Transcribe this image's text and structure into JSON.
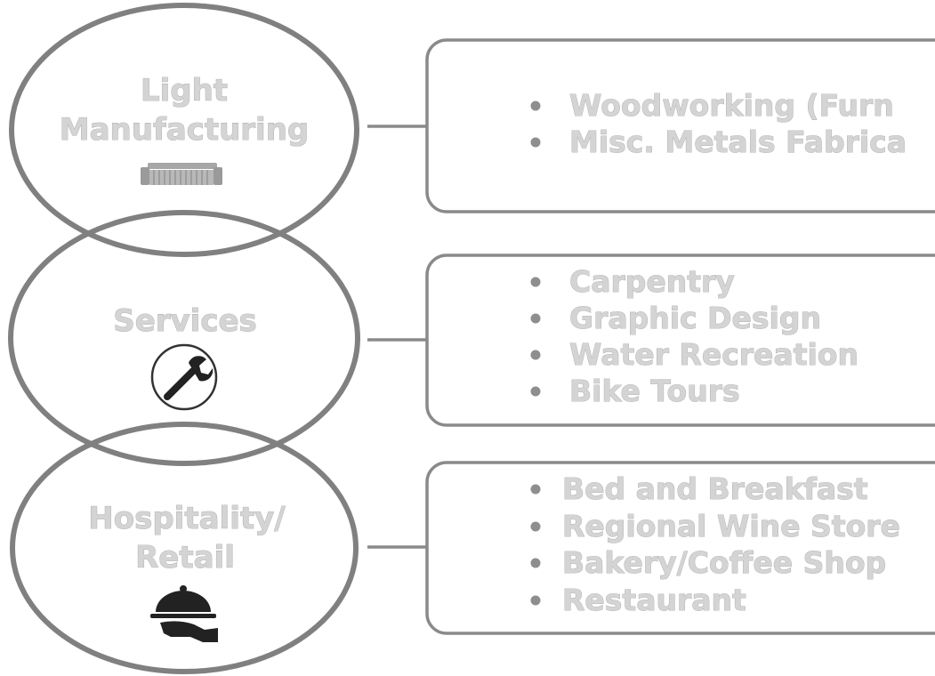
{
  "categories": [
    {
      "label_lines": [
        "Light",
        "Manufacturing"
      ],
      "icon": "sofa-icon",
      "items": [
        "Woodworking (Furn",
        "Misc. Metals Fabrica"
      ]
    },
    {
      "label_lines": [
        "Services"
      ],
      "icon": "wrench-icon",
      "items": [
        "Carpentry",
        "Graphic Design",
        "Water Recreation",
        "Bike Tours"
      ]
    },
    {
      "label_lines": [
        "Hospitality/",
        "Retail"
      ],
      "icon": "serving-cloche-icon",
      "items": [
        "Bed and Breakfast",
        "Regional Wine Store",
        "Bakery/Coffee Shop",
        "Restaurant"
      ]
    }
  ],
  "colors": {
    "outline": "#808080",
    "text_fill": "#d4d4d4",
    "bullet": "#8e8e8e",
    "icon": "#333333"
  }
}
